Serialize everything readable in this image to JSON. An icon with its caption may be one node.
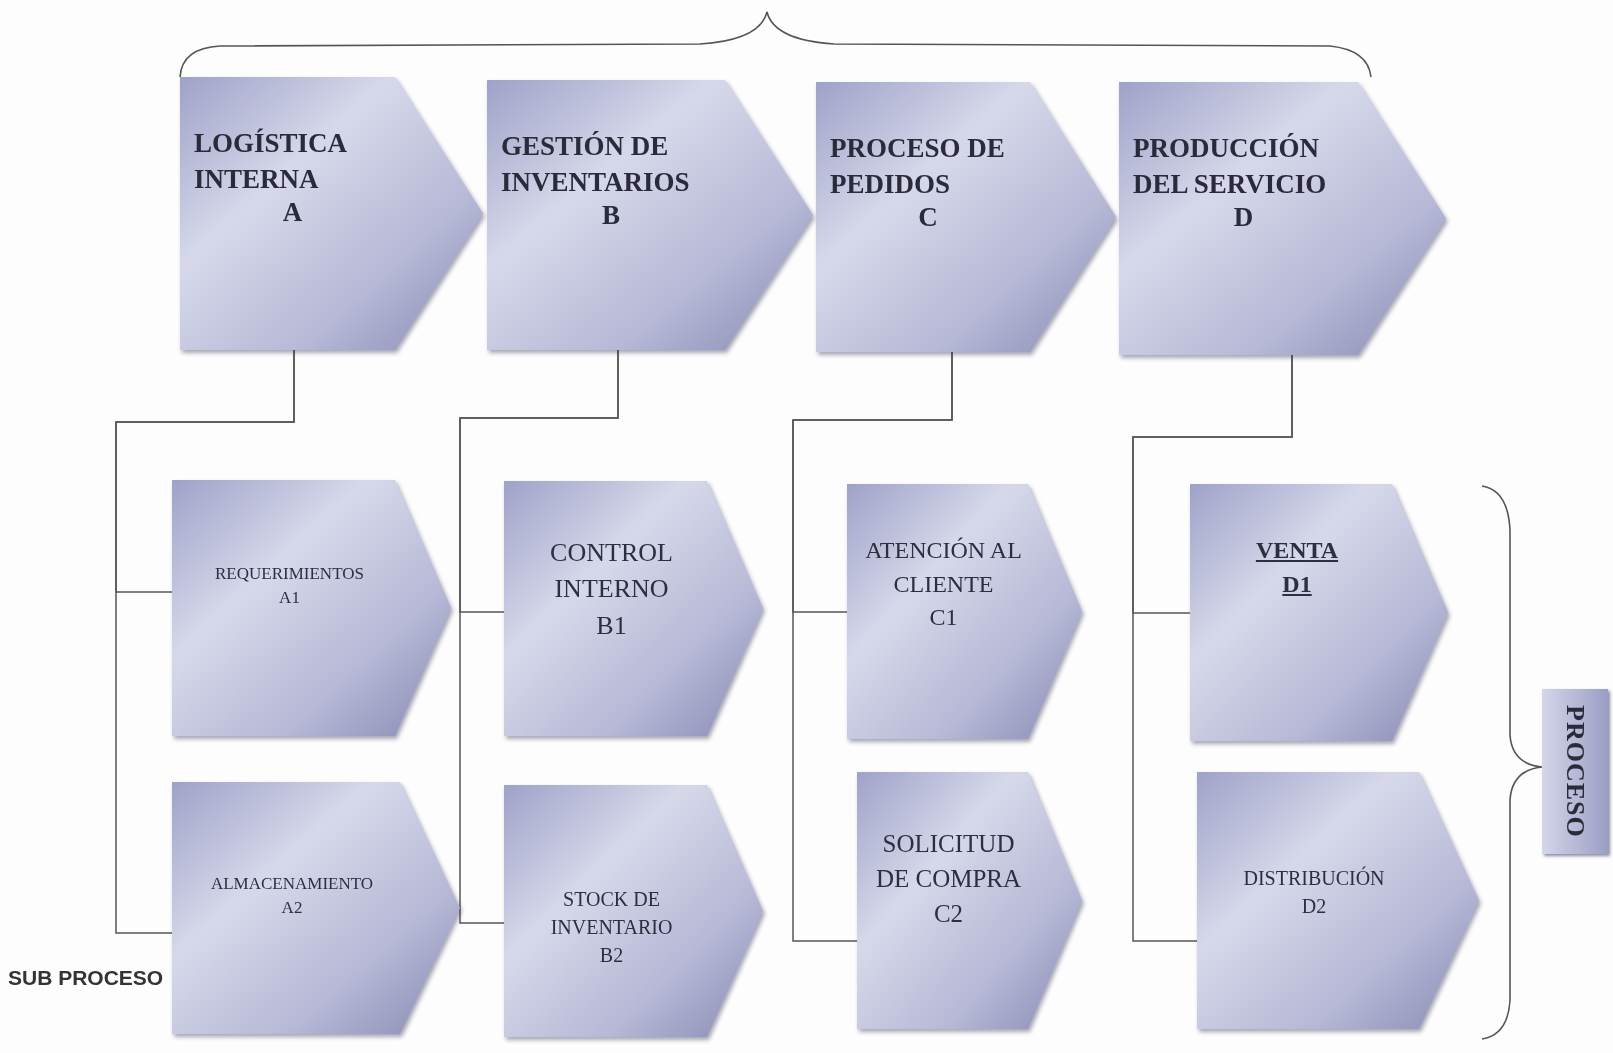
{
  "diagram": {
    "nodes": [
      {
        "text": [
          "LOGÍSTICA INTERNA",
          "A"
        ]
      },
      {
        "text": [
          "GESTIÓN DE INVENTARIOS",
          "B"
        ]
      },
      {
        "text": [
          "PROCESO DE PEDIDOS",
          "C"
        ]
      },
      {
        "text": [
          "PRODUCCIÓN DEL SERVICIO",
          "D"
        ]
      },
      {
        "text": [
          "REQUERIMIENTOS",
          "A1"
        ]
      },
      {
        "text": [
          "ALMACENAMIENTO",
          "A2"
        ]
      },
      {
        "text": [
          "CONTROL INTERNO",
          "B1"
        ]
      },
      {
        "text": [
          "STOCK DE INVENTARIO",
          "B2"
        ]
      },
      {
        "text": [
          "ATENCIÓN AL CLIENTE",
          "C1"
        ]
      },
      {
        "text": [
          "SOLICITUD DE COMPRA",
          "C2"
        ]
      },
      {
        "text": [
          "VENTA",
          "D1"
        ]
      },
      {
        "text": [
          "DISTRIBUCIÓN",
          "D2"
        ]
      },
      {
        "text": [
          "PROCESO"
        ]
      }
    ],
    "edges": [
      {
        "from": 0,
        "to": 4,
        "arrow": "none"
      },
      {
        "from": 0,
        "to": 5,
        "arrow": "none"
      },
      {
        "from": 1,
        "to": 6,
        "arrow": "none"
      },
      {
        "from": 1,
        "to": 7,
        "arrow": "none"
      },
      {
        "from": 2,
        "to": 8,
        "arrow": "none"
      },
      {
        "from": 2,
        "to": 9,
        "arrow": "none"
      },
      {
        "from": 3,
        "to": 10,
        "arrow": "none"
      },
      {
        "from": 3,
        "to": 11,
        "arrow": "none"
      }
    ],
    "labels": [
      "SUB PROCESO"
    ]
  }
}
